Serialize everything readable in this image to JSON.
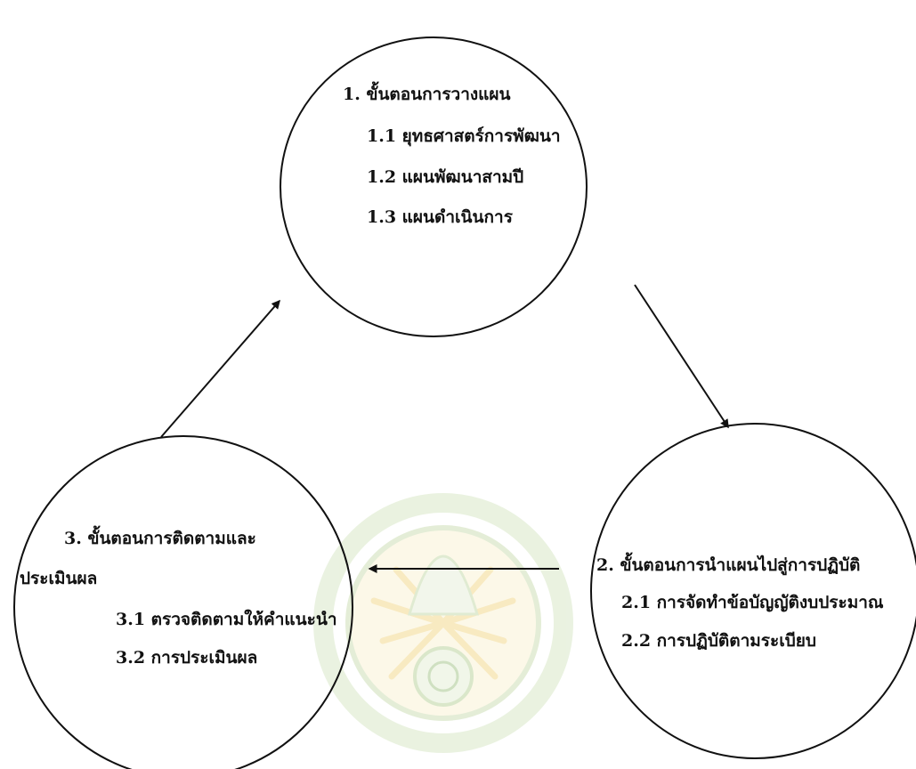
{
  "colors": {
    "stroke": "#111111",
    "text": "#111111",
    "watermark_green": "#8fb26a",
    "watermark_yellow": "#f2d27a"
  },
  "icons": [
    "university-seal-watermark"
  ],
  "nodes": {
    "planning": {
      "title": "1. ขั้นตอนการวางแผน",
      "items": [
        "1.1 ยุทธศาสตร์การพัฒนา",
        "1.2 แผนพัฒนาสามปี",
        "1.3 แผนดำเนินการ"
      ]
    },
    "implementation": {
      "title": "2. ขั้นตอนการนำแผนไปสู่การปฏิบัติ",
      "items": [
        "2.1 การจัดทำข้อบัญญัติงบประมาณ",
        "2.2 การปฏิบัติตามระเบียบ"
      ]
    },
    "evaluation": {
      "title_line1": "3. ขั้นตอนการติดตามและ",
      "title_line2": "ประเมินผล",
      "items": [
        "3.1 ตรวจติดตามให้คำแนะนำ",
        "3.2 การประเมินผล"
      ]
    }
  }
}
